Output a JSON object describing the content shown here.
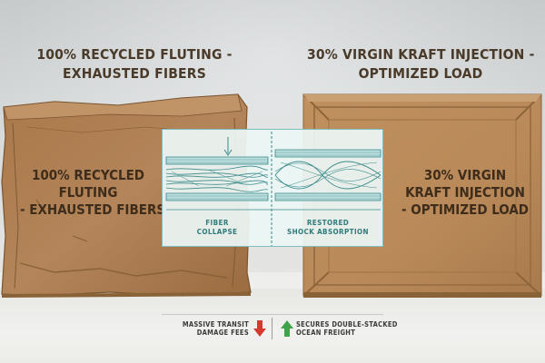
{
  "left_panel": {
    "heading_line1": "100% RECYCLED FLUTING -",
    "heading_line2": "EXHAUSTED FIBERS",
    "box_label_line1": "100% RECYCLED",
    "box_label_line2": "FLUTING",
    "box_label_line3": "- EXHAUSTED FIBERS"
  },
  "right_panel": {
    "heading_line1": "30% VIRGIN KRAFT INJECTION -",
    "heading_line2": "OPTIMIZED LOAD",
    "box_label_line1": "30% VIRGIN",
    "box_label_line2": "KRAFT INJECTION",
    "box_label_line3": "- OPTIMIZED LOAD"
  },
  "inset": {
    "left_caption_line1": "FIBER",
    "left_caption_line2": "COLLAPSE",
    "right_caption_line1": "RESTORED",
    "right_caption_line2": "SHOCK ABSORPTION"
  },
  "footer": {
    "left_line1": "MASSIVE TRANSIT",
    "left_line2": "DAMAGE FEES",
    "right_line1": "SECURES DOUBLE-STACKED",
    "right_line2": "OCEAN FREIGHT"
  },
  "colors": {
    "cardboard": "#b8895a",
    "cardboard_dark": "#8e6539",
    "heading_text": "#4a3a29",
    "inset_line": "#3a8a8a",
    "arrow_down": "#d63a2f",
    "arrow_up": "#3fa34a"
  },
  "icons": {
    "down_arrow": "arrow-down-icon",
    "up_arrow": "arrow-up-icon"
  }
}
